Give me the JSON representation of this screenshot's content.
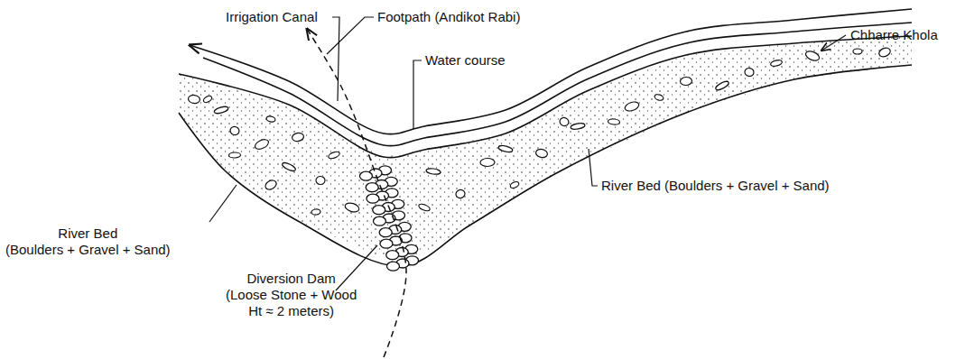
{
  "diagram": {
    "labels": [
      "Irrigation Canal",
      "Footpath (Andikot Rabi)",
      "Chharre Khola",
      "Water course",
      "River Bed (Boulders + Gravel + Sand)",
      "River Bed (Boulders + Gravel + Sand)",
      "Diversion Dam (Loose Stone + Wood Ht ≈ 2 meters)"
    ]
  }
}
